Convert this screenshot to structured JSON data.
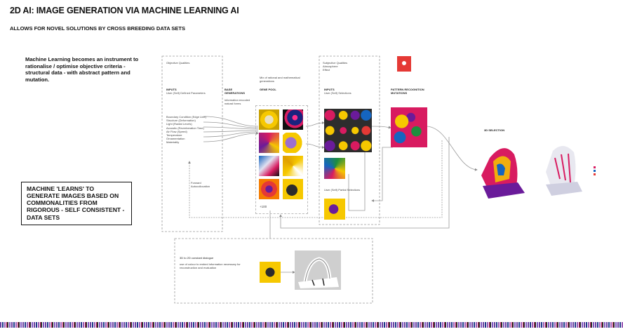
{
  "header": {
    "title": "2D AI: IMAGE GENERATION VIA MACHINE LEARNING AI",
    "subtitle": "ALLOWS FOR NOVEL SOLUTIONS BY CROSS BREEDING DATA SETS"
  },
  "intro": "Machine Learning becomes an instrument to rationalise / optimise objective criteria - structural data - with abstract pattern and mutation.",
  "callout": "MACHINE 'LEARNS' TO GENERATE IMAGES BASED ON COMMONALITIES FROM RIGOROUS - SELF CONSISTENT - DATA SETS",
  "objective": {
    "heading": "Objective Qualities",
    "inputs_title": "INPUTS",
    "inputs_sub": "User (Self) Defined Parameters",
    "params": [
      "Boundary Condition (Edge Line)",
      "Structure (Deformation)",
      "Light (Radiat Levels)",
      "Acoustic (Reverberation Time)",
      "Air Flow (Speed)",
      "Temperature",
      "Ornamentation",
      "Materiality"
    ],
    "feedback": "Forward Autocollocation"
  },
  "base": {
    "title": "BASE GENERATIONS",
    "sub": "information encoded natural forms"
  },
  "gene_pool": {
    "title": "GENE POOL",
    "note": "Mix of rational and mathematical generations",
    "count": "+100"
  },
  "subjective": {
    "heading": "Subjective Qualities",
    "sub1": "Atmosphere",
    "sub2": "Effect",
    "inputs_title": "INPUTS",
    "inputs_sub": "User (Self) Selections",
    "partial": "User (Self) Partial Selections"
  },
  "pattern": {
    "title": "PATTERN RECOGNITION MUTATIONS"
  },
  "selection3d": {
    "title": "3D SELECTION"
  },
  "dialogue": {
    "title": "3D to 2D constant dialogue",
    "text": "use of colour to embed information necessary for reconstruction and evaluation"
  },
  "colors": {
    "magenta": "#d81b60",
    "yellow": "#f6c800",
    "purple": "#6a1b9a",
    "blue": "#1565c0",
    "red": "#e53935",
    "black": "#111111"
  }
}
